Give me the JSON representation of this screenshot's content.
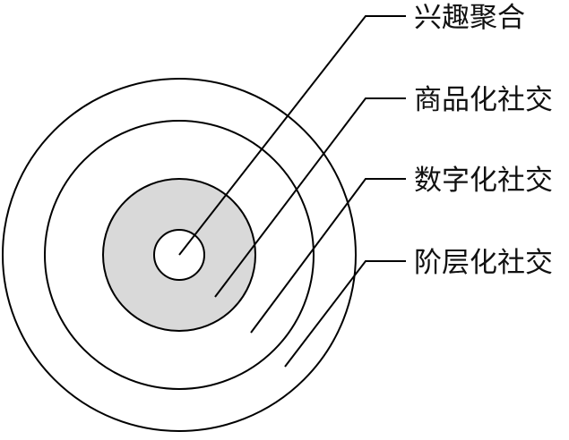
{
  "labels": [
    "兴趣聚合",
    "商品化社交",
    "数字化社交",
    "阶层化社交"
  ],
  "colors": {
    "stroke": "#000000",
    "fill_gray": "#d9d9d9"
  }
}
